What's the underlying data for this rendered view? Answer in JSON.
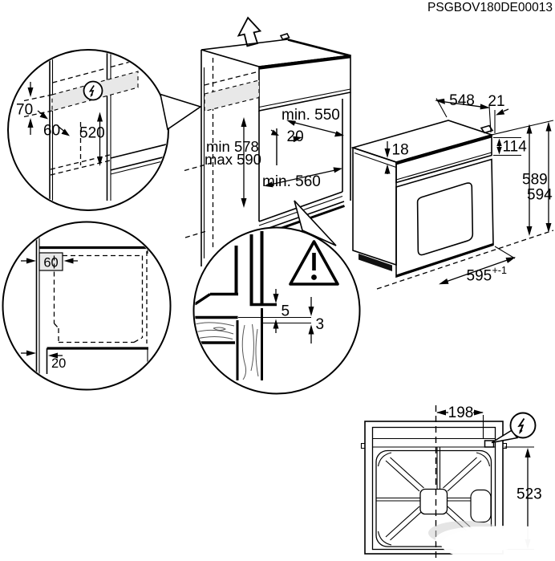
{
  "part_number": "PSGBOV180DE00013",
  "colors": {
    "line": "#000000",
    "shade": "#e8e8e8",
    "background": "#ffffff"
  },
  "detail_electrical": {
    "d70": "70",
    "d60": "60",
    "d520": "520"
  },
  "cabinet": {
    "depth_min": "min. 550",
    "side_offset": "20",
    "height_min": "min 578",
    "height_max": "max 590",
    "width_min": "min. 560"
  },
  "oven": {
    "depth": "548",
    "back_offset": "21",
    "top_thickness": "18",
    "panel_height": "114",
    "height_body": "589",
    "height_total": "594",
    "width": "595",
    "width_tolerance": "+-1"
  },
  "detail_plan": {
    "d60": "60",
    "d20": "20"
  },
  "detail_gap": {
    "front_gap": "5",
    "overhang": "3"
  },
  "top_view": {
    "connection_offset": "198",
    "depth": "523"
  },
  "icons": {
    "electrical": "lightning-bolt",
    "warning": "exclamation-triangle"
  }
}
